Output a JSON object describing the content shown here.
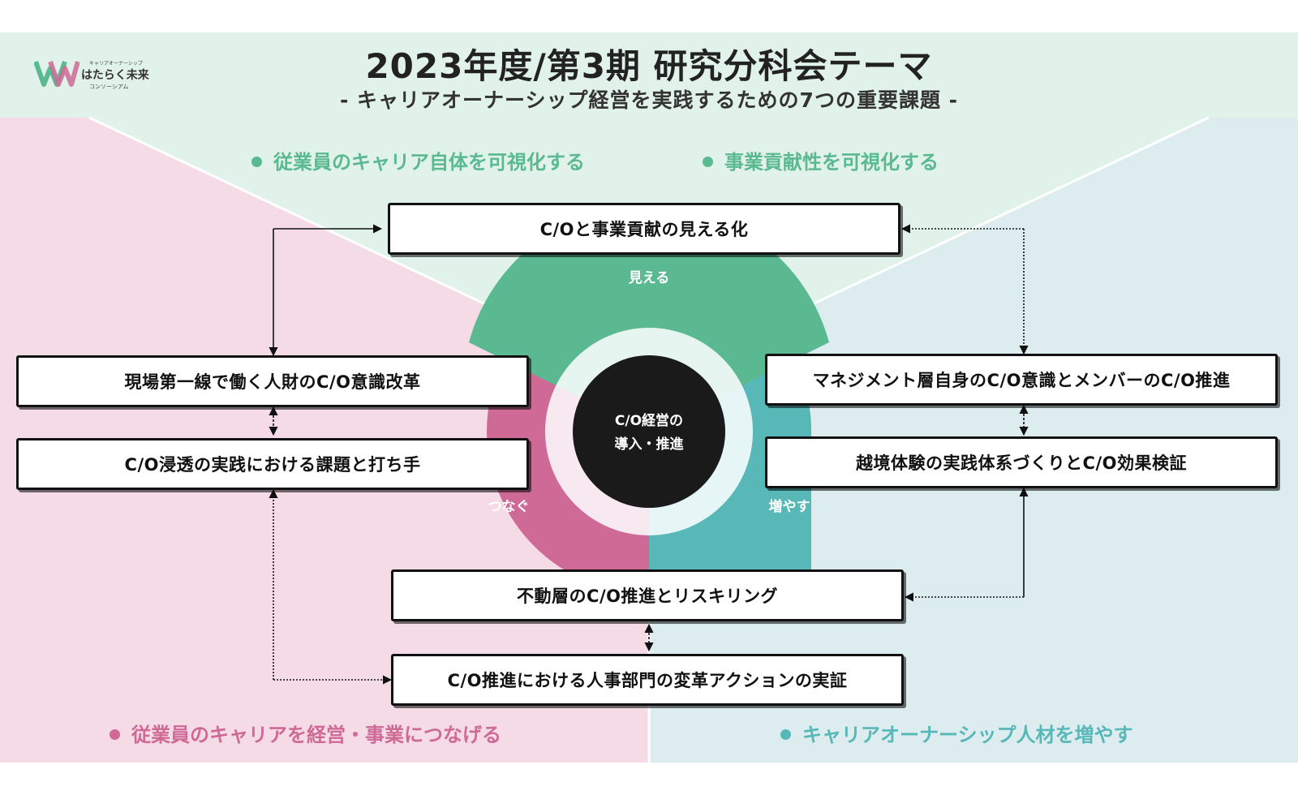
{
  "header": {
    "title": "2023年度/第3期 研究分科会テーマ",
    "subtitle": "- キャリアオーナーシップ経営を実践するための7つの重要課題 -"
  },
  "logo": {
    "top_text": "キャリアオーナーシップ",
    "name": "はたらく未来",
    "sub_text": "コンソーシアム"
  },
  "legends": {
    "top_left": "従業員のキャリア自体を可視化する",
    "top_right": "事業貢献性を可視化する",
    "bottom_left": "従業員のキャリアを経営・事業につなげる",
    "bottom_right": "キャリアオーナーシップ人材を増やす"
  },
  "ring": {
    "top_label": "見える",
    "left_label": "つなぐ",
    "right_label": "増やす",
    "center_line1": "C/O経営の",
    "center_line2": "導入・推進"
  },
  "boxes": {
    "top": "C/Oと事業貢献の見える化",
    "left_1": "現場第一線で働く人財のC/O意識改革",
    "left_2": "C/O浸透の実践における課題と打ち手",
    "right_1": "マネジメント層自身のC/O意識とメンバーのC/O推進",
    "right_2": "越境体験の実践体系づくりとC/O効果検証",
    "bottom_1": "不動層のC/O推進とリスキリング",
    "bottom_2": "C/O推進における人事部門の変革アクションの実証"
  },
  "colors": {
    "green": "#5bb992",
    "pink": "#cf6a97",
    "teal": "#58b8b8",
    "bg_top": "#e1f2ea",
    "bg_left": "#f4dbe6",
    "bg_right": "#dcecef",
    "center": "#1a1a1a"
  }
}
